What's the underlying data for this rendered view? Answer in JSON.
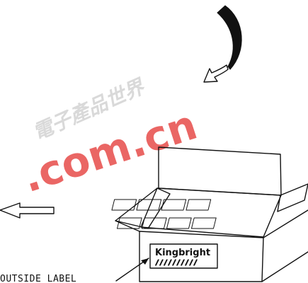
{
  "watermark": {
    "cjk_text": "電子產品世界",
    "domain_text": ".com.cn"
  },
  "box_label": {
    "brand": "Kingbright",
    "hatch": "//////////"
  },
  "callout": {
    "label": "OUTSIDE LABEL"
  },
  "icons": {
    "rotate": "curved-rotate-arrow-icon",
    "direction": "left-arrow-icon"
  },
  "colors": {
    "line": "#111111",
    "watermark_red": "#e43b39",
    "watermark_gray": "#d9d9d9"
  }
}
